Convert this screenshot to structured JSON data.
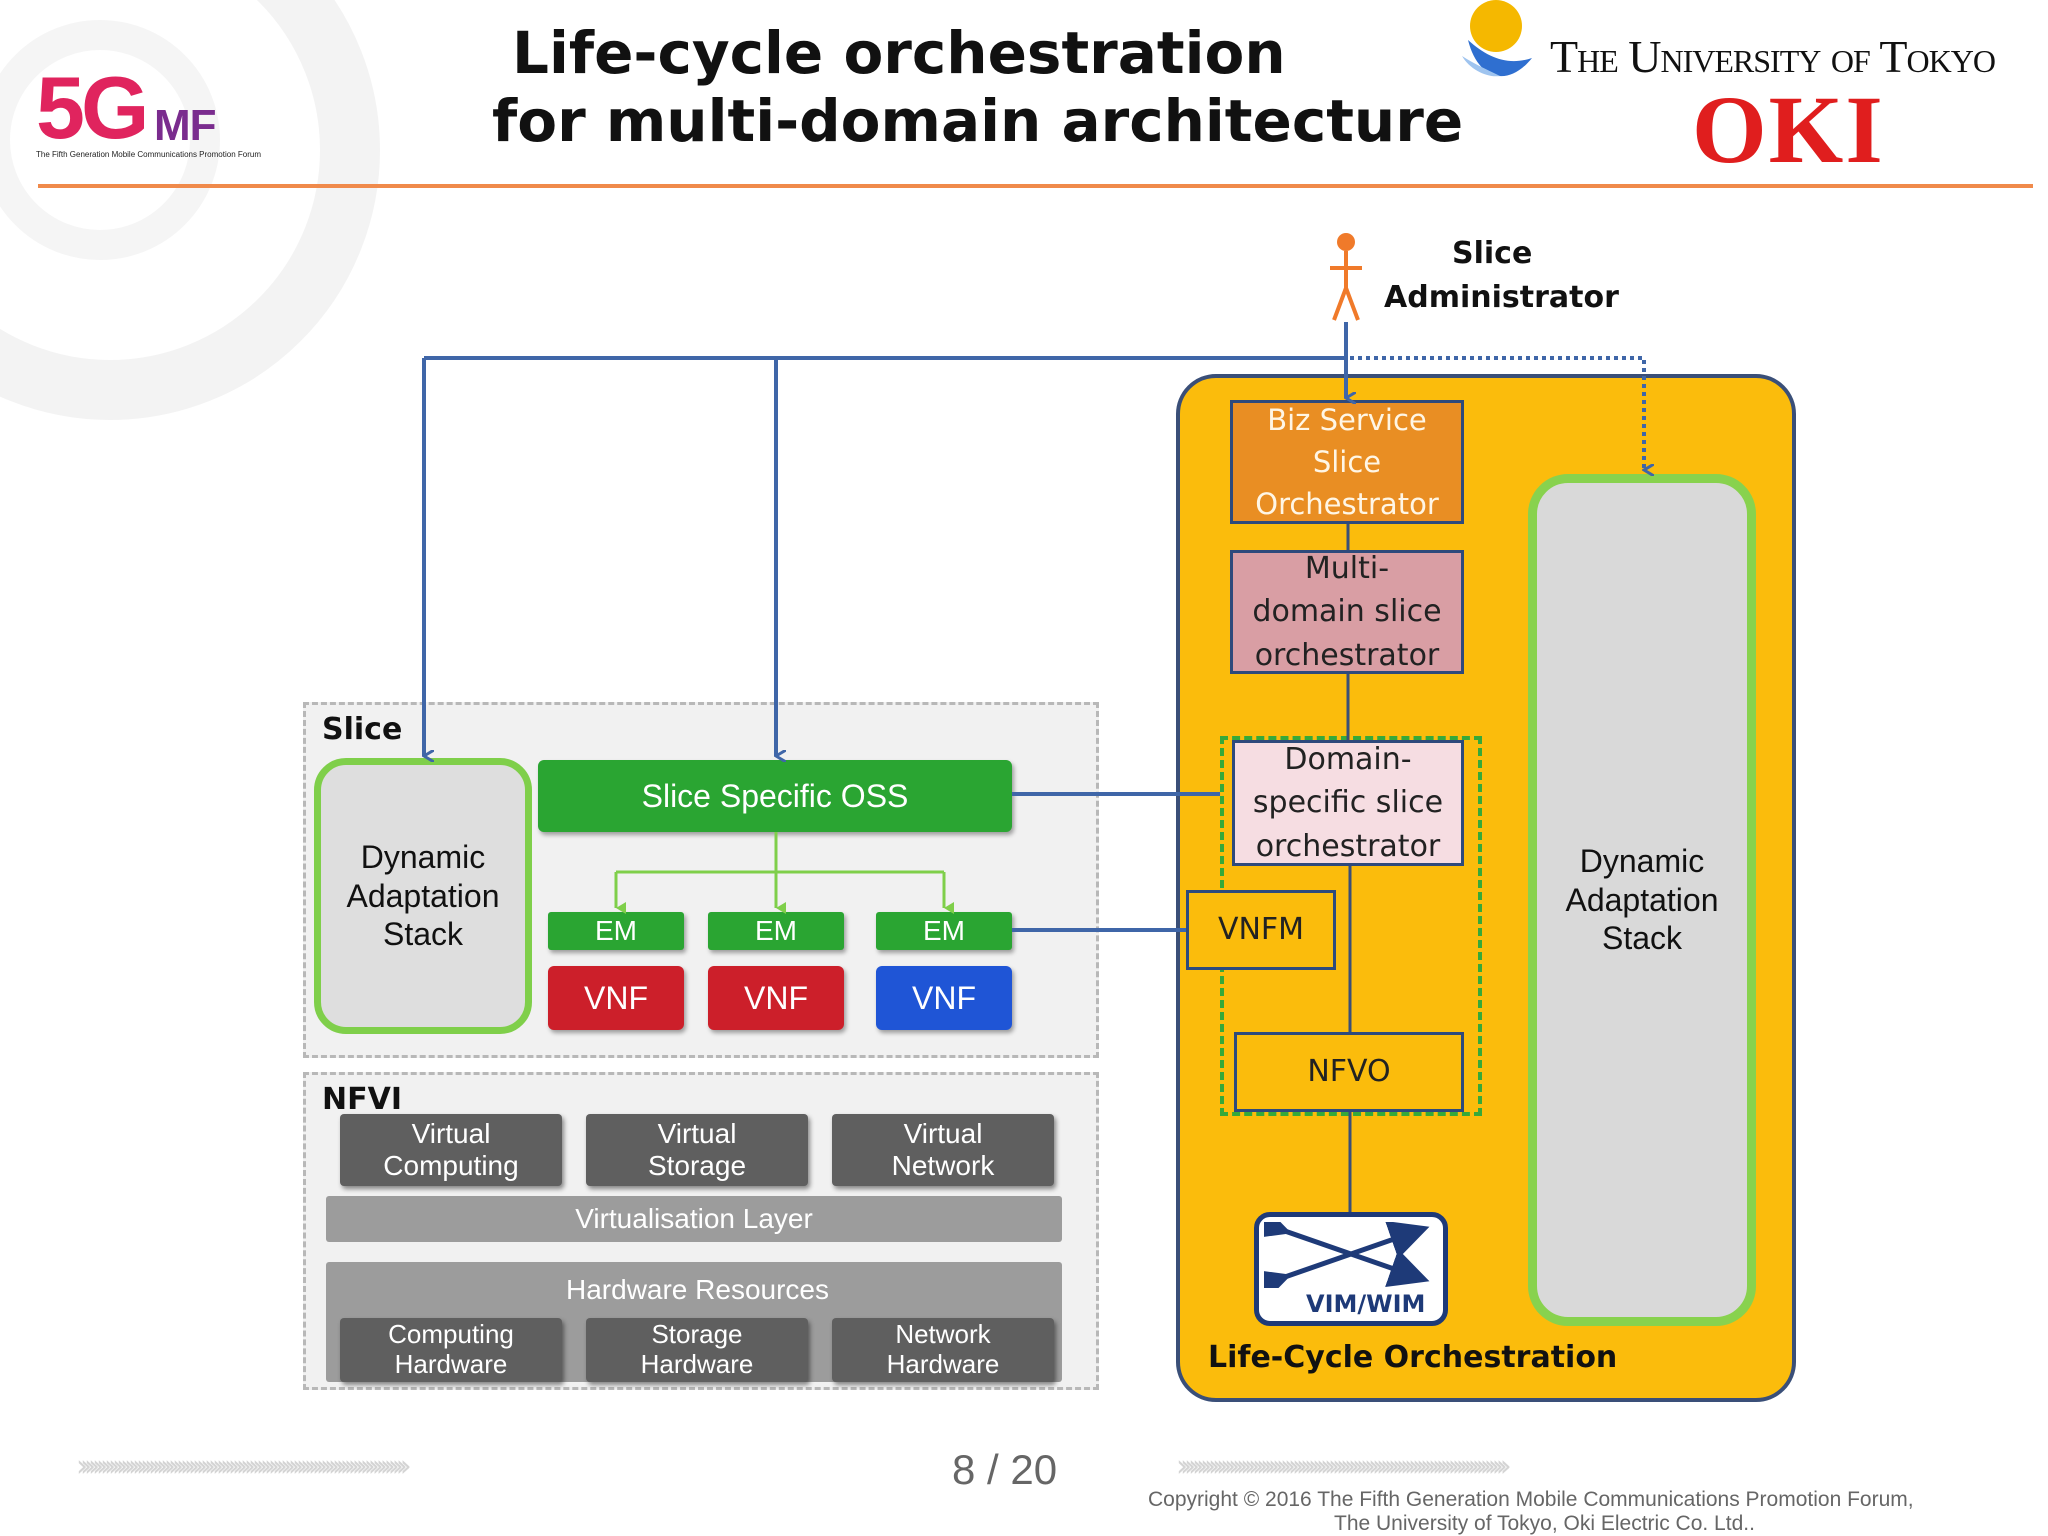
{
  "header": {
    "title_line1": "Life-cycle orchestration",
    "title_line2": "for multi-domain architecture",
    "logo_5gmf_big": "5G",
    "logo_5gmf_mf": "MF",
    "logo_5gmf_sub": "The Fifth Generation Mobile Communications Promotion Forum",
    "utokyo": "The University of Tokyo",
    "oki": "OKI"
  },
  "diagram": {
    "slice_admin": [
      "Slice",
      "Administrator"
    ],
    "slice_panel_label": "Slice",
    "nfvi_panel_label": "NFVI",
    "dynamic_stack_left": "Dynamic\nAdaptation\nStack",
    "slice_specific_oss": "Slice Specific OSS",
    "em_labels": [
      "EM",
      "EM",
      "EM"
    ],
    "vnf_labels": [
      "VNF",
      "VNF",
      "VNF"
    ],
    "nfvi_virtual": [
      "Virtual\nComputing",
      "Virtual\nStorage",
      "Virtual\nNetwork"
    ],
    "virtualisation_layer": "Virtualisation Layer",
    "hardware_resources": "Hardware Resources",
    "nfvi_hardware": [
      "Computing\nHardware",
      "Storage\nHardware",
      "Network\nHardware"
    ],
    "biz_service_slice_orch": "Biz Service\nSlice\nOrchestrator",
    "multi_domain_orch": "Multi-\ndomain slice\norchestrator",
    "domain_specific_orch": "Domain-\nspecific slice\norchestrator",
    "vnfm": "VNFM",
    "nfvo": "NFVO",
    "vim_wim": "VIM/WIM",
    "lifecycle_label": "Life-Cycle Orchestration",
    "dynamic_stack_right": "Dynamic\nAdaptation\nStack"
  },
  "footer": {
    "page": "8 / 20",
    "copyright_line1": "Copyright  © 2016 The Fifth Generation Mobile Communications Promotion Forum,",
    "copyright_line2": "The University of Tokyo, Oki Electric  Co. Ltd.."
  },
  "colors": {
    "accent_rule": "#f08a4b",
    "lco_yellow": "#fbbc0c",
    "biz_orange": "#e98e23",
    "multi_pink": "#d99ea4",
    "domain_pink": "#f6dde2",
    "green": "#2aa532",
    "connector_blue": "#3f66a8"
  },
  "icons": {
    "admin": "person-icon",
    "vim": "crossed-arrows-icon"
  }
}
